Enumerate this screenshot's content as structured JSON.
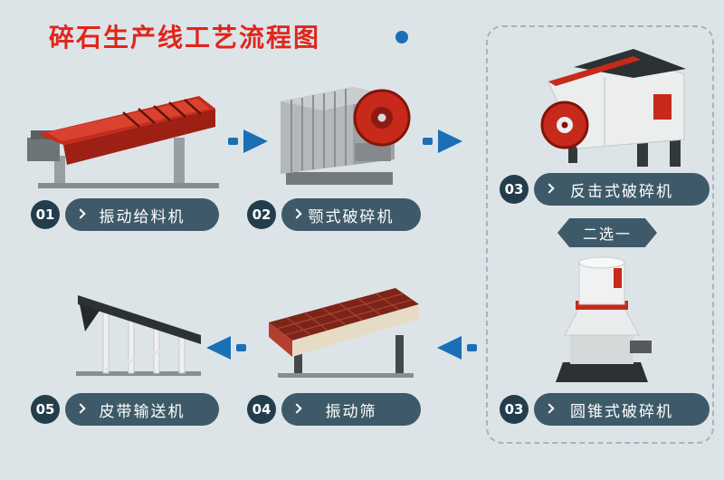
{
  "title": "碎石生产线工艺流程图",
  "choice": {
    "label": "二选一"
  },
  "steps": [
    {
      "num": "01",
      "label": "振动给料机"
    },
    {
      "num": "02",
      "label": "颚式破碎机"
    },
    {
      "num": "03",
      "label": "反击式破碎机"
    },
    {
      "num": "03",
      "label": "圆锥式破碎机"
    },
    {
      "num": "04",
      "label": "振动筛"
    },
    {
      "num": "05",
      "label": "皮带输送机"
    }
  ],
  "colors": {
    "background": "#dde4e8",
    "title_red": "#e1251b",
    "arrow_blue": "#1a6fb5",
    "badge_dark": "#243d4c",
    "pill_dark": "#3e5a68",
    "machine_red": "#c7291b"
  }
}
